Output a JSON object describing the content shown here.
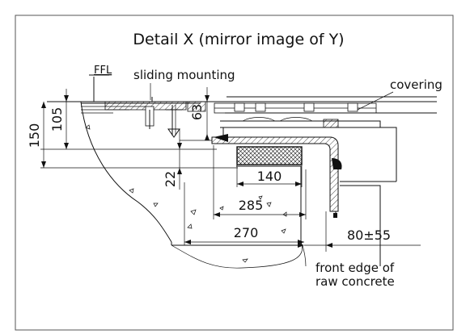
{
  "title": "Detail X (mirror image of Y)",
  "labels": {
    "ffl": "FFL",
    "sliding_mounting": "sliding mounting",
    "covering": "covering",
    "front_edge_line1": "front edge of",
    "front_edge_line2": "raw concrete"
  },
  "dimensions": {
    "d150": "150",
    "d105": "105",
    "d63": "63",
    "d22": "22",
    "d140": "140",
    "d285": "285",
    "d270": "270",
    "d80": "80±55"
  }
}
